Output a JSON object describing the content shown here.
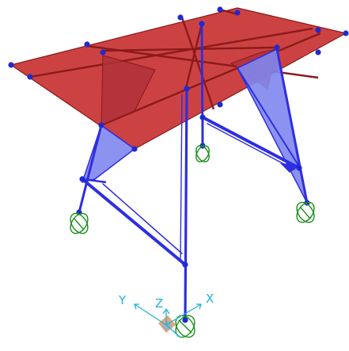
{
  "viewport": {
    "colors": {
      "background": "#ffffff",
      "slab_fill": "#c83232",
      "slab_edge": "#8b1a1a",
      "member": "#2e2ee0",
      "joint": "#1f2bd0",
      "panel_red": "#b0303a",
      "panel_blue": "#7f86ee",
      "support": "#1a8f1a",
      "axis": "#22b0d8"
    },
    "axes": {
      "x_label": "X",
      "y_label": "Y",
      "z_label": "Z"
    },
    "icons": {
      "support": "pinned-support-icon",
      "axis_triad": "global-axis-triad-icon"
    }
  }
}
